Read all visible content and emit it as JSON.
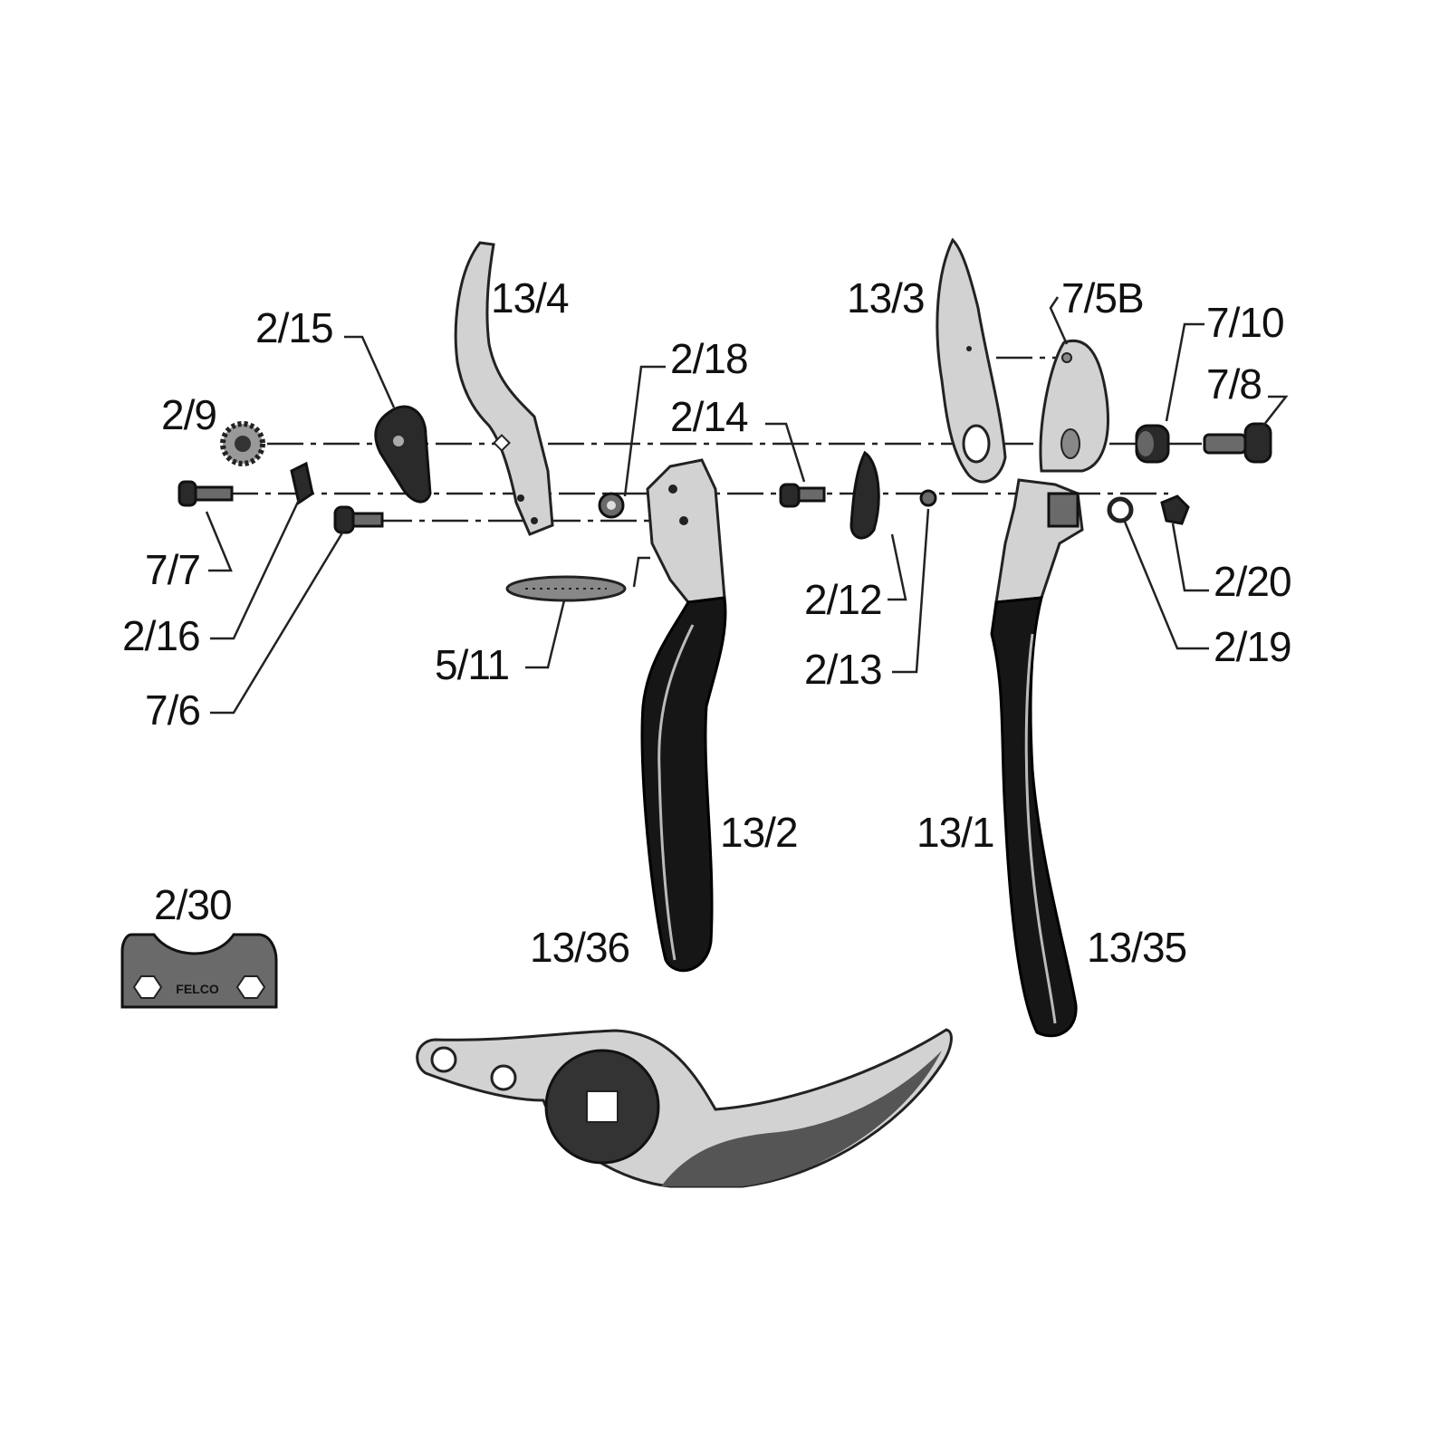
{
  "title": "Exploded parts diagram of pruning shears",
  "labels": {
    "p13_4": "13/4",
    "p2_15": "2/15",
    "p2_9": "2/9",
    "p2_18": "2/18",
    "p2_14": "2/14",
    "p13_3": "13/3",
    "p7_5B": "7/5B",
    "p7_10": "7/10",
    "p7_8": "7/8",
    "p7_7": "7/7",
    "p2_16": "2/16",
    "p7_6": "7/6",
    "p5_11": "5/11",
    "p2_12": "2/12",
    "p2_13": "2/13",
    "p2_20": "2/20",
    "p2_19": "2/19",
    "p13_2": "13/2",
    "p13_1": "13/1",
    "p13_36": "13/36",
    "p13_35": "13/35",
    "p2_30": "2/30"
  },
  "tool_logo": "FELCO"
}
